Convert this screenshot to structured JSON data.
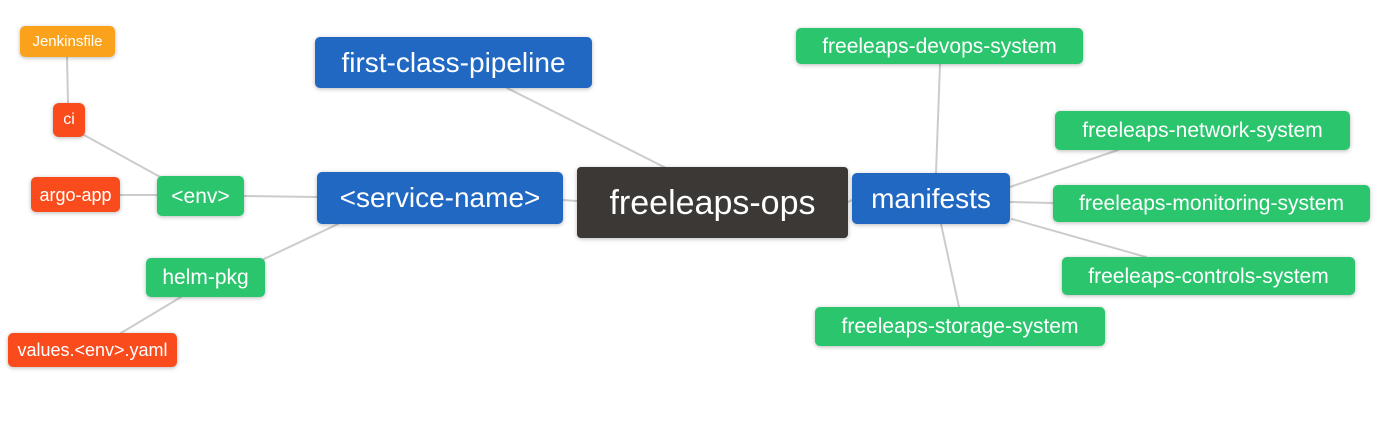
{
  "diagram": {
    "title": "freeleaps-ops repository mind map",
    "background_color": "#ffffff",
    "edge_color": "#cccccc",
    "node_text_color": "#ffffff",
    "palette": {
      "blue": "#2068c2",
      "green": "#2bc56e",
      "red": "#fa4b1d",
      "orange": "#faa21b",
      "dark": "#3b3835"
    },
    "nodes": {
      "freeleaps_ops": {
        "label": "freeleaps-ops",
        "color": "dark"
      },
      "first_class_pipeline": {
        "label": "first-class-pipeline",
        "color": "blue"
      },
      "service_name": {
        "label": "<service-name>",
        "color": "blue"
      },
      "manifests": {
        "label": "manifests",
        "color": "blue"
      },
      "env": {
        "label": "<env>",
        "color": "green"
      },
      "helm_pkg": {
        "label": "helm-pkg",
        "color": "green"
      },
      "ci": {
        "label": "ci",
        "color": "red"
      },
      "argo_app": {
        "label": "argo-app",
        "color": "red"
      },
      "values_yaml": {
        "label": "values.<env>.yaml",
        "color": "red"
      },
      "jenkinsfile": {
        "label": "Jenkinsfile",
        "color": "orange"
      },
      "devops_system": {
        "label": "freeleaps-devops-system",
        "color": "green"
      },
      "network_system": {
        "label": "freeleaps-network-system",
        "color": "green"
      },
      "monitoring_system": {
        "label": "freeleaps-monitoring-system",
        "color": "green"
      },
      "controls_system": {
        "label": "freeleaps-controls-system",
        "color": "green"
      },
      "storage_system": {
        "label": "freeleaps-storage-system",
        "color": "green"
      }
    },
    "edges": [
      {
        "from": "Jenkinsfile",
        "to": "ci"
      },
      {
        "from": "ci",
        "to": "<env>"
      },
      {
        "from": "argo-app",
        "to": "<env>"
      },
      {
        "from": "<env>",
        "to": "<service-name>"
      },
      {
        "from": "helm-pkg",
        "to": "<service-name>"
      },
      {
        "from": "values.<env>.yaml",
        "to": "helm-pkg"
      },
      {
        "from": "first-class-pipeline",
        "to": "freeleaps-ops"
      },
      {
        "from": "<service-name>",
        "to": "freeleaps-ops"
      },
      {
        "from": "freeleaps-ops",
        "to": "manifests"
      },
      {
        "from": "manifests",
        "to": "freeleaps-devops-system"
      },
      {
        "from": "manifests",
        "to": "freeleaps-network-system"
      },
      {
        "from": "manifests",
        "to": "freeleaps-monitoring-system"
      },
      {
        "from": "manifests",
        "to": "freeleaps-controls-system"
      },
      {
        "from": "manifests",
        "to": "freeleaps-storage-system"
      }
    ]
  }
}
